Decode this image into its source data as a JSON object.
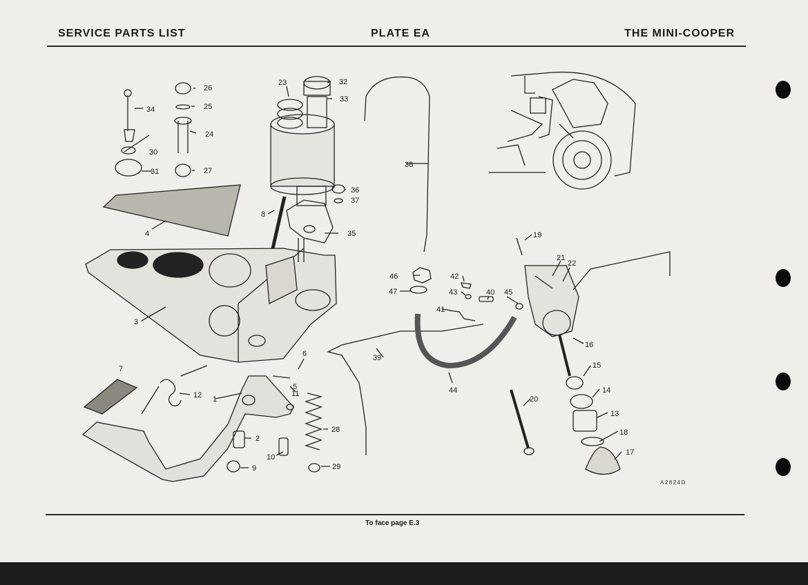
{
  "header": {
    "left": "SERVICE PARTS LIST",
    "center": "PLATE EA",
    "right": "THE MINI-COOPER"
  },
  "footer": "To face page E.3",
  "reference_code": "A2824D",
  "callouts": {
    "c1": "1",
    "c2": "2",
    "c3": "3",
    "c4": "4",
    "c5": "5",
    "c6": "6",
    "c7": "7",
    "c8": "8",
    "c9": "9",
    "c10": "10",
    "c11": "11",
    "c12": "12",
    "c13": "13",
    "c14": "14",
    "c15": "15",
    "c16": "16",
    "c17": "17",
    "c18": "18",
    "c19": "19",
    "c20": "20",
    "c21": "21",
    "c22": "22",
    "c23": "23",
    "c24": "24",
    "c25": "25",
    "c26": "26",
    "c27": "27",
    "c28": "28",
    "c29": "29",
    "c30": "30",
    "c31": "31",
    "c32": "32",
    "c33": "33",
    "c34": "34",
    "c35": "35",
    "c36": "36",
    "c37": "37",
    "c38": "38",
    "c39": "39",
    "c40": "40",
    "c41": "41",
    "c42": "42",
    "c43": "43",
    "c44": "44",
    "c45": "45",
    "c46": "46",
    "c47": "47"
  }
}
